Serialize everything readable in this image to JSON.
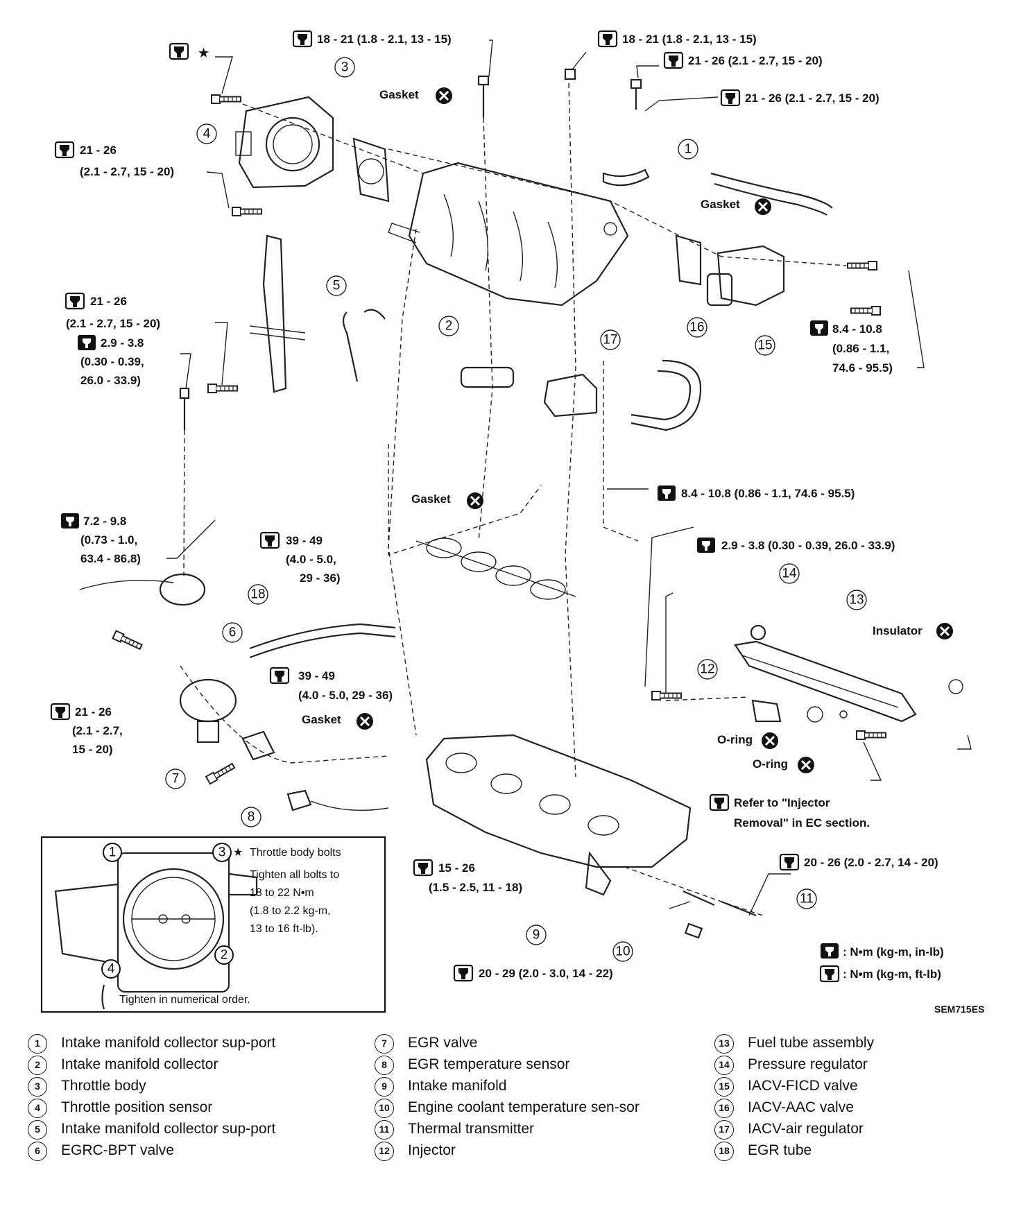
{
  "torque_labels": {
    "star": "★",
    "t1": "18 - 21 (1.8 - 2.1, 13 - 15)",
    "t2": "18 - 21 (1.8 - 2.1, 13 - 15)",
    "t3": "21 - 26 (2.1 - 2.7, 15 - 20)",
    "t4": "21 - 26 (2.1 - 2.7, 15 - 20)",
    "t5a": "21 - 26",
    "t5b": "(2.1 - 2.7, 15 - 20)",
    "t6a": "21 - 26",
    "t6b": "(2.1 - 2.7, 15 - 20)",
    "t7a": "2.9 - 3.8",
    "t7b": "(0.30 - 0.39,",
    "t7c": "26.0 - 33.9)",
    "t8a": "8.4 - 10.8",
    "t8b": "(0.86 - 1.1,",
    "t8c": "74.6 - 95.5)",
    "t9": "8.4 - 10.8 (0.86 - 1.1, 74.6 - 95.5)",
    "t10a": "7.2 - 9.8",
    "t10b": "(0.73 - 1.0,",
    "t10c": "63.4 - 86.8)",
    "t11a": "39 - 49",
    "t11b": "(4.0 - 5.0,",
    "t11c": "29 - 36)",
    "t12": "2.9 - 3.8 (0.30 - 0.39, 26.0 - 33.9)",
    "t13a": "39 - 49",
    "t13b": "(4.0 - 5.0, 29 - 36)",
    "t14a": "21 - 26",
    "t14b": "(2.1 - 2.7,",
    "t14c": "15 - 20)",
    "t15a": "Refer to \"Injector",
    "t15b": "Removal\" in EC section.",
    "t16a": "15 - 26",
    "t16b": "(1.5 - 2.5, 11 - 18)",
    "t17": "20 - 26 (2.0 - 2.7, 14 - 20)",
    "t18": "20 - 29 (2.0 - 3.0, 14 - 22)"
  },
  "callouts": {
    "gasket": "Gasket",
    "insulator": "Insulator",
    "oring": "O-ring"
  },
  "inset": {
    "title": "Throttle body bolts",
    "l1": "Tighten all bolts to",
    "l2": "18 to 22 N•m",
    "l3": "(1.8 to 2.2 kg-m,",
    "l4": "13 to 16 ft-lb).",
    "footer": "Tighten in numerical order.",
    "n1": "1",
    "n2": "2",
    "n3": "3",
    "n4": "4"
  },
  "units": {
    "small": ": N•m (kg-m, in-lb)",
    "large": ": N•m (kg-m, ft-lb)"
  },
  "figure_code": "SEM715ES",
  "part_numbers": [
    "1",
    "2",
    "3",
    "4",
    "5",
    "6",
    "7",
    "8",
    "9",
    "10",
    "11",
    "12",
    "13",
    "14",
    "15",
    "16",
    "17",
    "18"
  ],
  "legend": {
    "col1": [
      {
        "n": "1",
        "t": "Intake manifold collector sup-port"
      },
      {
        "n": "2",
        "t": "Intake manifold collector"
      },
      {
        "n": "3",
        "t": "Throttle body"
      },
      {
        "n": "4",
        "t": "Throttle position sensor"
      },
      {
        "n": "5",
        "t": "Intake manifold collector sup-port"
      },
      {
        "n": "6",
        "t": "EGRC-BPT valve"
      }
    ],
    "col2": [
      {
        "n": "7",
        "t": "EGR valve"
      },
      {
        "n": "8",
        "t": "EGR temperature sensor"
      },
      {
        "n": "9",
        "t": "Intake manifold"
      },
      {
        "n": "10",
        "t": "Engine coolant temperature sen-sor"
      },
      {
        "n": "11",
        "t": "Thermal transmitter"
      },
      {
        "n": "12",
        "t": "Injector"
      }
    ],
    "col3": [
      {
        "n": "13",
        "t": "Fuel tube assembly"
      },
      {
        "n": "14",
        "t": "Pressure regulator"
      },
      {
        "n": "15",
        "t": "IACV-FICD valve"
      },
      {
        "n": "16",
        "t": "IACV-AAC valve"
      },
      {
        "n": "17",
        "t": "IACV-air regulator"
      },
      {
        "n": "18",
        "t": "EGR tube"
      }
    ]
  }
}
